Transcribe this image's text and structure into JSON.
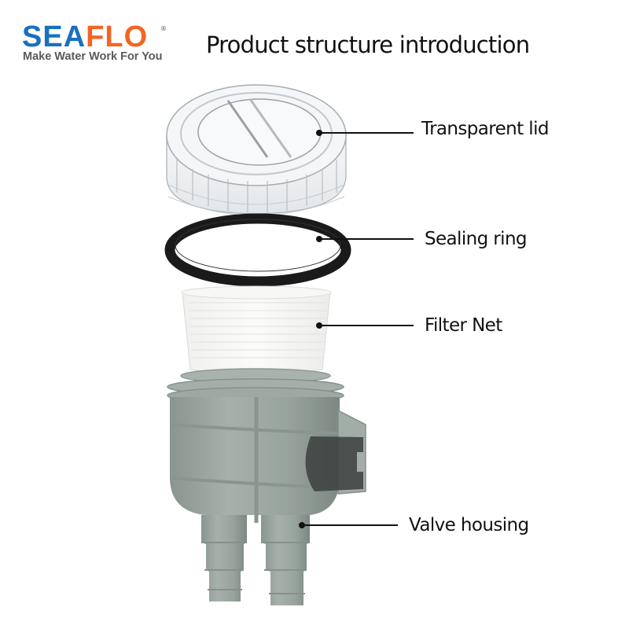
{
  "brand": {
    "logo_part1": "SEA",
    "logo_part2": "FLO",
    "registered_mark": "®",
    "tagline": "Make Water Work For You",
    "colors": {
      "blue": "#1b6fc0",
      "orange": "#f26522",
      "tagline_gray": "#5a5a5a"
    }
  },
  "header": {
    "title": "Product structure introduction"
  },
  "parts": [
    {
      "id": "lid",
      "label": "Transparent lid",
      "icon": "transparent-lid-illustration"
    },
    {
      "id": "ring",
      "label": "Sealing ring",
      "icon": "sealing-ring-illustration"
    },
    {
      "id": "net",
      "label": "Filter Net",
      "icon": "filter-net-illustration"
    },
    {
      "id": "housing",
      "label": "Valve housing",
      "icon": "valve-housing-illustration"
    }
  ],
  "colors": {
    "housing_gray": "#9aa59f",
    "ring_black": "#1a1a1a",
    "text": "#111111"
  }
}
